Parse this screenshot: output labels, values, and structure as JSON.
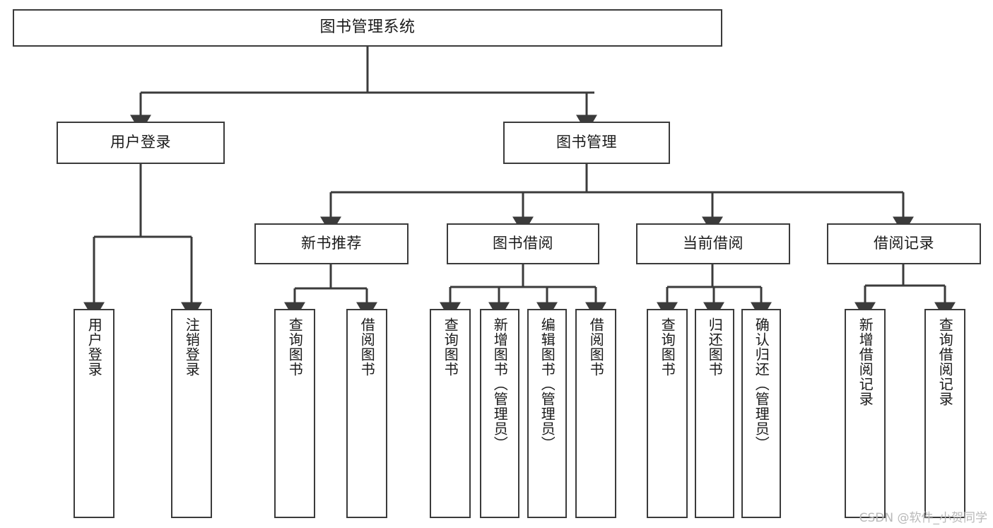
{
  "diagram": {
    "title": "图书管理系统",
    "type": "tree-hierarchy-chart",
    "watermark": "CSDN @软件_小贺同学",
    "colors": {
      "box_border": "#3b3b3b",
      "box_fill": "#ffffff",
      "edge": "#3b3b3b",
      "text": "#1a1a1a",
      "watermark": "#b9b9b9",
      "background": "#ffffff"
    },
    "nodes": {
      "root": {
        "label": "图书管理系统"
      },
      "level1": [
        {
          "id": "user-login",
          "label": "用户登录"
        },
        {
          "id": "book-management",
          "label": "图书管理"
        }
      ],
      "level2": [
        {
          "id": "new-book-recommend",
          "label": "新书推荐"
        },
        {
          "id": "book-borrow",
          "label": "图书借阅"
        },
        {
          "id": "current-borrow",
          "label": "当前借阅"
        },
        {
          "id": "borrow-record",
          "label": "借阅记录"
        }
      ],
      "leaves": {
        "user-login": [
          {
            "id": "leaf-user-login",
            "label": "用户登录"
          },
          {
            "id": "leaf-user-logout",
            "label": "注销登录"
          }
        ],
        "new-book-recommend": [
          {
            "id": "leaf-query-book-1",
            "label": "查询图书"
          },
          {
            "id": "leaf-borrow-book-1",
            "label": "借阅图书"
          }
        ],
        "book-borrow": [
          {
            "id": "leaf-query-book-2",
            "label": "查询图书"
          },
          {
            "id": "leaf-add-book",
            "label": "新增图书（管理员）"
          },
          {
            "id": "leaf-edit-book",
            "label": "编辑图书（管理员）"
          },
          {
            "id": "leaf-borrow-book-2",
            "label": "借阅图书"
          }
        ],
        "current-borrow": [
          {
            "id": "leaf-query-book-3",
            "label": "查询图书"
          },
          {
            "id": "leaf-return-book",
            "label": "归还图书"
          },
          {
            "id": "leaf-confirm-return",
            "label": "确认归还（管理员）"
          }
        ],
        "borrow-record": [
          {
            "id": "leaf-add-record",
            "label": "新增借阅记录"
          },
          {
            "id": "leaf-query-record",
            "label": "查询借阅记录"
          }
        ]
      }
    }
  }
}
